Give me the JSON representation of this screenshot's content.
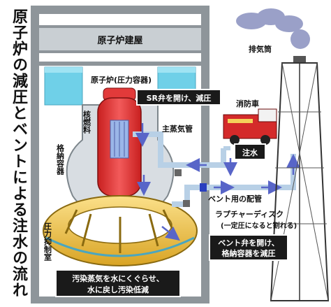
{
  "title": "原子炉の減圧とベントによる注水の流れ",
  "labels": {
    "building": "原子炉建屋",
    "reactor": "原子炉(圧力容器)",
    "fuel": "核燃料",
    "containment": "格納容器",
    "suppression": "圧力抑制室",
    "main_steam": "主蒸気管",
    "fire_truck": "消防車",
    "stack": "排気筒",
    "vent_pipe": "ベント用の配管",
    "rupture_disk": "ラプチャーディスク",
    "rupture_disk_note": "(一定圧になると割れる)"
  },
  "callouts": {
    "sr_valve": "SR弁を開け、減圧",
    "injection": "注水",
    "vent_valve_line1": "ベント弁を開け、",
    "vent_valve_line2": "格納容器を減圧",
    "scrub_line1": "汚染蒸気を水にくぐらせ、",
    "scrub_line2": "水に戻し汚染低減"
  },
  "colors": {
    "building": "#8e959a",
    "pool_water": "#6fd0e8",
    "reactor_vessel": "#e23a3a",
    "containment": "#d8dde2",
    "suppression_torus": "#f2c64b",
    "pipe": "#b8d0e6",
    "arrow": "#5865c8",
    "callout_bg": "#1a1a1a",
    "callout_border": "#ffffff",
    "smoke": "#9aa0c8",
    "truck": "#d42a2a"
  }
}
